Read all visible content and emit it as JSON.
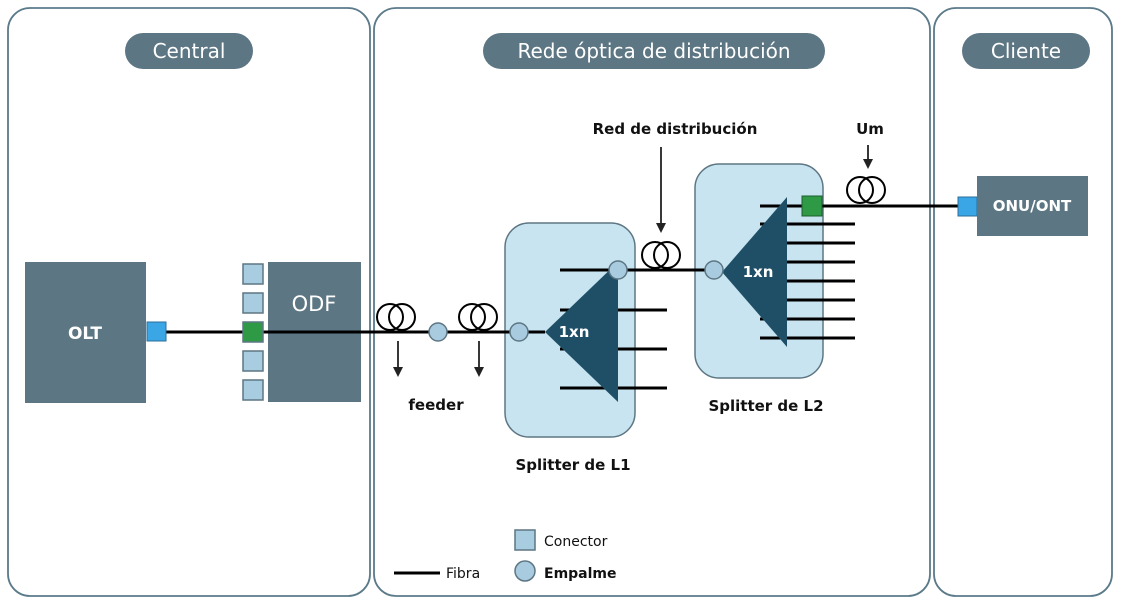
{
  "sections": {
    "central": "Central",
    "odn": "Rede óptica de distribución",
    "client": "Cliente"
  },
  "equipment": {
    "olt": "OLT",
    "odf": "ODF",
    "onu": "ONU/ONT",
    "splitter_l1_ratio": "1xn",
    "splitter_l2_ratio": "1xn"
  },
  "labels": {
    "feeder": "feeder",
    "red_distribucion": "Red de distribución",
    "um": "Um",
    "splitter_l1": "Splitter de L1",
    "splitter_l2": "Splitter de L2"
  },
  "legend": {
    "fibra": "Fibra",
    "conector": "Conector",
    "empalme": "Empalme"
  },
  "colors": {
    "panel_border": "#5b7a8a",
    "pill": "#5d7683",
    "equipment": "#5d7683",
    "splitter_bg": "#c8e4f0",
    "splitter_triangle": "#1f4f66",
    "connector_blue": "#3aa6e6",
    "connector_green": "#2f9a46",
    "connector_idle": "#a9cde0",
    "splice": "#a9cbe0",
    "fiber": "#000000"
  }
}
